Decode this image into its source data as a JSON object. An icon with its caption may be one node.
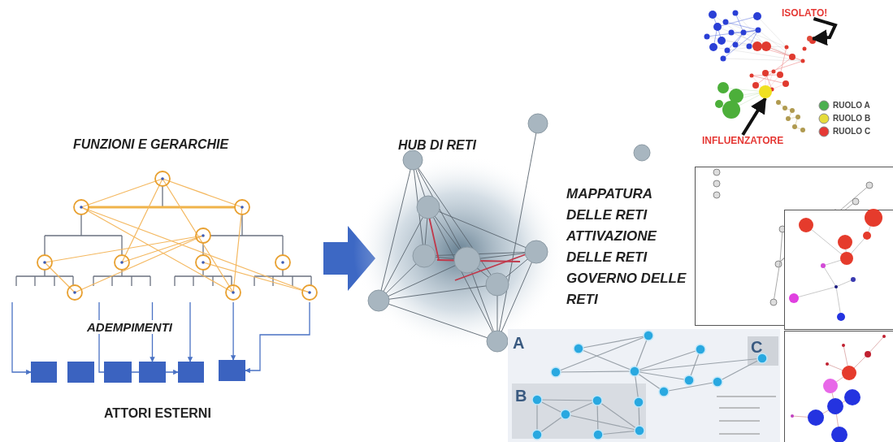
{
  "diagram": {
    "nodes": [
      {
        "text": [
          "ISOLATO!"
        ]
      },
      {
        "text": [],
        "shape": "circle"
      },
      {
        "text": [],
        "shape": "circle"
      },
      {
        "text": [
          "INFLUENZATORE"
        ]
      },
      {
        "text": [],
        "shape": "picture"
      },
      {
        "text": [],
        "shape": "box"
      },
      {
        "text": [],
        "shape": "box"
      },
      {
        "text": [],
        "shape": "box"
      },
      {
        "text": [],
        "shape": "box"
      },
      {
        "text": [],
        "shape": "box"
      },
      {
        "text": [],
        "shape": "box"
      }
    ],
    "edges": [
      {
        "from": 0,
        "to": 1,
        "arrow": "to",
        "style": "thick",
        "color": "#111111"
      },
      {
        "from": 3,
        "to": 2,
        "arrow": "to",
        "style": "thick",
        "color": "#111111"
      },
      {
        "from": 4,
        "to": 5,
        "arrow": "to"
      },
      {
        "from": 4,
        "to": 8,
        "arrow": "to"
      },
      {
        "from": 4,
        "to": 9,
        "arrow": "to"
      },
      {
        "from": 4,
        "to": 9,
        "arrow": "to"
      },
      {
        "from": 4,
        "to": 10,
        "arrow": "to"
      },
      {
        "from": 4,
        "to": 10,
        "arrow": "to"
      }
    ],
    "labels": [
      "FUNZIONI E GERARCHIE",
      "HUB DI RETI",
      "MAPPATURA DELLE RETI ATTIVAZIONE DELLE RETI GOVERNO DELLE RETI",
      "ADEMPIMENTI",
      "A",
      "C",
      "B",
      "ATTORI ESTERNI"
    ],
    "legend": [
      {
        "text": "RUOLO A",
        "color": "#4caf50"
      },
      {
        "text": "RUOLO B",
        "color": "#e6dc3c"
      },
      {
        "text": "RUOLO C",
        "color": "#e53935"
      }
    ]
  }
}
